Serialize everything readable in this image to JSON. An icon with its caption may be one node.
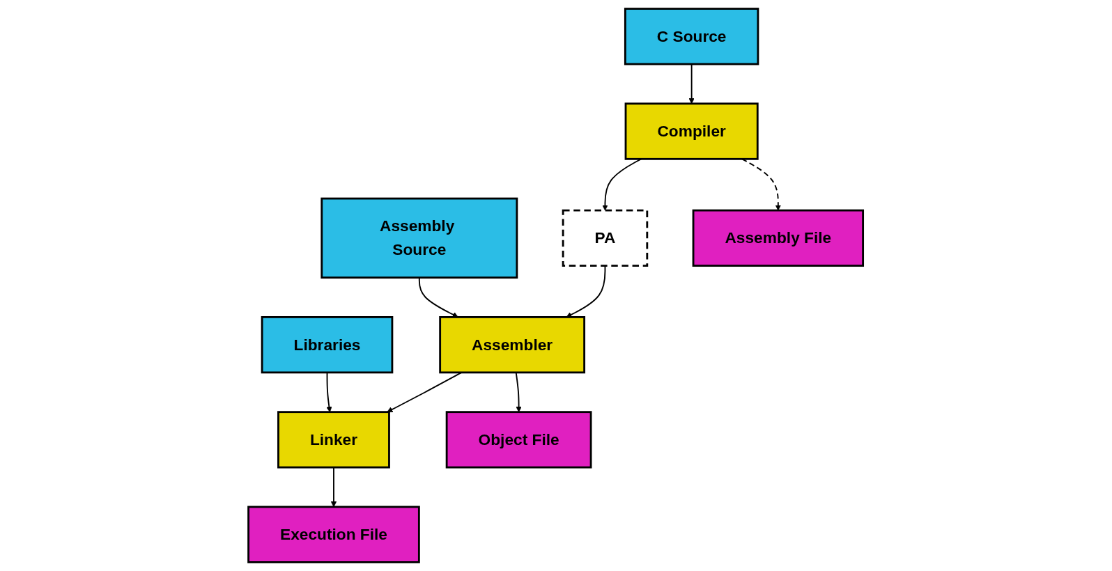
{
  "diagram": {
    "nodes": [
      {
        "text": [
          "C Source"
        ]
      },
      {
        "text": [
          "Assembly Source"
        ]
      },
      {
        "text": [
          "Libraries"
        ]
      },
      {
        "text": [
          "Compiler"
        ]
      },
      {
        "text": [
          "PA"
        ]
      },
      {
        "text": [
          "Assembler"
        ]
      },
      {
        "text": [
          "Linker"
        ]
      },
      {
        "text": [
          "Assembly File"
        ]
      },
      {
        "text": [
          "Object File"
        ]
      },
      {
        "text": [
          "Execution File"
        ]
      }
    ],
    "edges": [
      {
        "from": 0,
        "to": 3,
        "arrow": "to"
      },
      {
        "from": 1,
        "to": 5,
        "arrow": "to"
      },
      {
        "from": 2,
        "to": 6,
        "arrow": "to"
      },
      {
        "from": 3,
        "to": 4,
        "arrow": "to"
      },
      {
        "from": 4,
        "to": 5,
        "arrow": "to"
      },
      {
        "from": 5,
        "to": 6,
        "arrow": "to"
      },
      {
        "from": 3,
        "to": 7,
        "arrow": "to",
        "style": "dashed"
      },
      {
        "from": 5,
        "to": 8,
        "arrow": "to"
      },
      {
        "from": 6,
        "to": 9,
        "arrow": "to"
      }
    ]
  }
}
